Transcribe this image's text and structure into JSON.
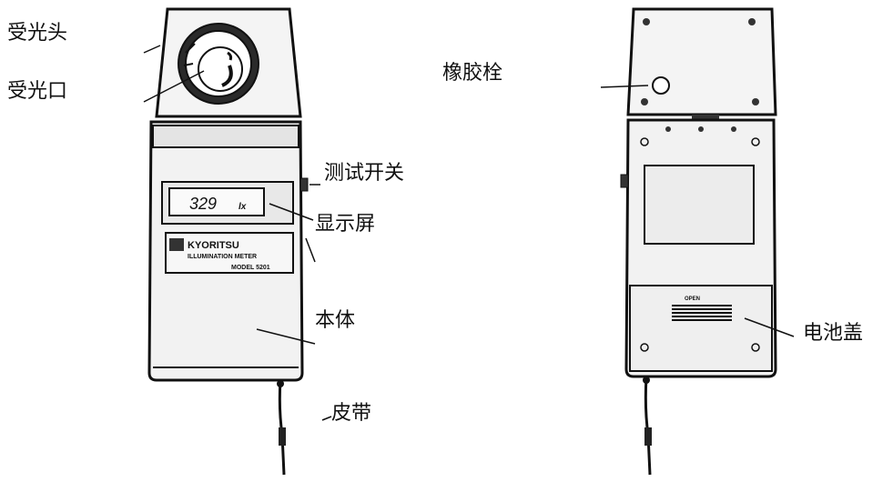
{
  "front_labels": {
    "receiver_head": "受光头",
    "receiver_port": "受光口",
    "test_switch": "测试开关",
    "display": "显示屏",
    "body": "本体",
    "strap": "皮带"
  },
  "back_labels": {
    "rubber_plug": "橡胶栓",
    "battery_cover": "电池盖"
  },
  "device_text": {
    "lcd_value": "329",
    "lcd_unit": "lx",
    "brand": "KYORITSU",
    "product": "ILLUMINATION METER",
    "model": "MODEL 5201",
    "battery_mark": "OPEN"
  }
}
